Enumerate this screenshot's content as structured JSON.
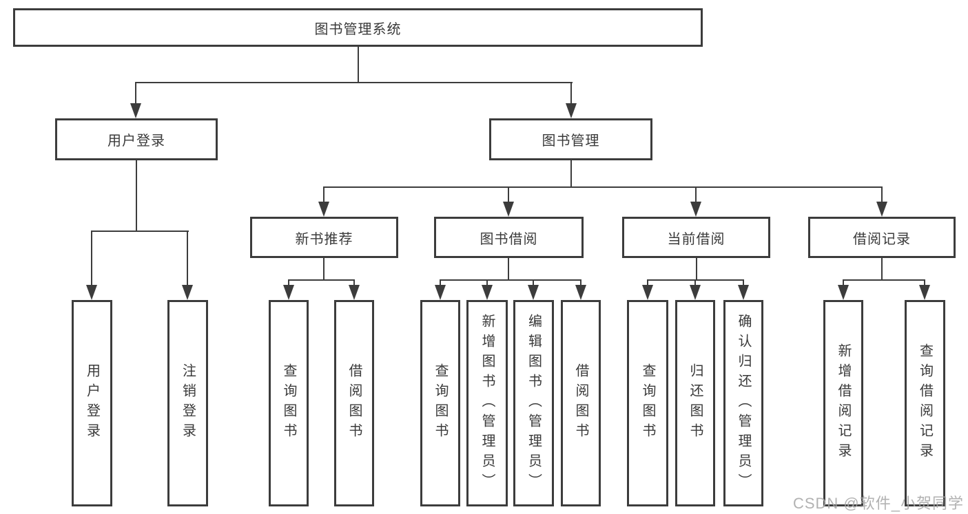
{
  "colors": {
    "background": "#ffffff",
    "line": "#3c3c3c",
    "box_border": "#3c3c3c",
    "text": "#3a3a3a",
    "watermark": "#a7a7a7"
  },
  "tree": {
    "root": {
      "label": "图书管理系统",
      "children": [
        {
          "label": "用户登录",
          "children": [
            {
              "label": "用户登录"
            },
            {
              "label": "注销登录"
            }
          ]
        },
        {
          "label": "图书管理",
          "children": [
            {
              "label": "新书推荐",
              "children": [
                {
                  "label": "查询图书"
                },
                {
                  "label": "借阅图书"
                }
              ]
            },
            {
              "label": "图书借阅",
              "children": [
                {
                  "label": "查询图书"
                },
                {
                  "label": "新增图书（管理员）"
                },
                {
                  "label": "编辑图书（管理员）"
                },
                {
                  "label": "借阅图书"
                }
              ]
            },
            {
              "label": "当前借阅",
              "children": [
                {
                  "label": "查询图书"
                },
                {
                  "label": "归还图书"
                },
                {
                  "label": "确认归还（管理员）"
                }
              ]
            },
            {
              "label": "借阅记录",
              "children": [
                {
                  "label": "新增借阅记录"
                },
                {
                  "label": "查询借阅记录"
                }
              ]
            }
          ]
        }
      ]
    }
  },
  "watermark": {
    "text": "CSDN @软件_小贺同学"
  }
}
